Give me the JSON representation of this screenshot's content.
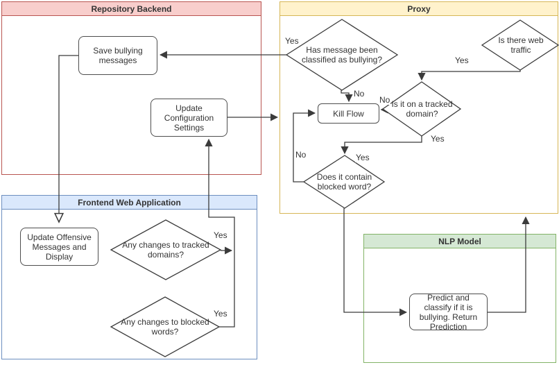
{
  "diagram": {
    "type": "flowchart",
    "containers": {
      "repository": {
        "title": "Repository Backend"
      },
      "proxy": {
        "title": "Proxy"
      },
      "frontend": {
        "title": "Frontend Web Application"
      },
      "nlp": {
        "title": "NLP Model"
      }
    },
    "nodes": {
      "save_bullying": {
        "label": "Save bullying messages"
      },
      "update_config": {
        "label": "Update Configuration Settings"
      },
      "kill_flow": {
        "label": "Kill Flow"
      },
      "update_offensive": {
        "label": "Update Offensive Messages and Display"
      },
      "predict": {
        "label": "Predict and classify if it is bullying. Return Prediction"
      }
    },
    "decisions": {
      "classified_bullying": {
        "label": "Has message been classified as bullying?"
      },
      "web_traffic": {
        "label": "Is there web traffic"
      },
      "tracked_domain": {
        "label": "Is it on a tracked domain?"
      },
      "blocked_word": {
        "label": "Does it contain blocked word?"
      },
      "changes_tracked": {
        "label": "Any changes to tracked domains?"
      },
      "changes_blocked": {
        "label": "Any changes to blocked words?"
      }
    },
    "edge_labels": {
      "bullying_yes": "Yes",
      "bullying_no": "No",
      "webtraffic_yes": "Yes",
      "tracked_no": "No",
      "tracked_yes": "Yes",
      "blocked_no": "No",
      "blocked_yes": "Yes",
      "changes_tracked_yes": "Yes",
      "changes_blocked_yes": "Yes"
    },
    "colors": {
      "repository_border": "#b85450",
      "repository_fill": "#f8cecc",
      "proxy_border": "#d6b656",
      "proxy_fill": "#fff2cc",
      "frontend_border": "#6c8ebf",
      "frontend_fill": "#dae8fc",
      "nlp_border": "#82b366",
      "nlp_fill": "#d5e8d4",
      "line": "#3b3b3b",
      "node_fill": "#ffffff",
      "node_border": "#4d4d4d"
    }
  }
}
